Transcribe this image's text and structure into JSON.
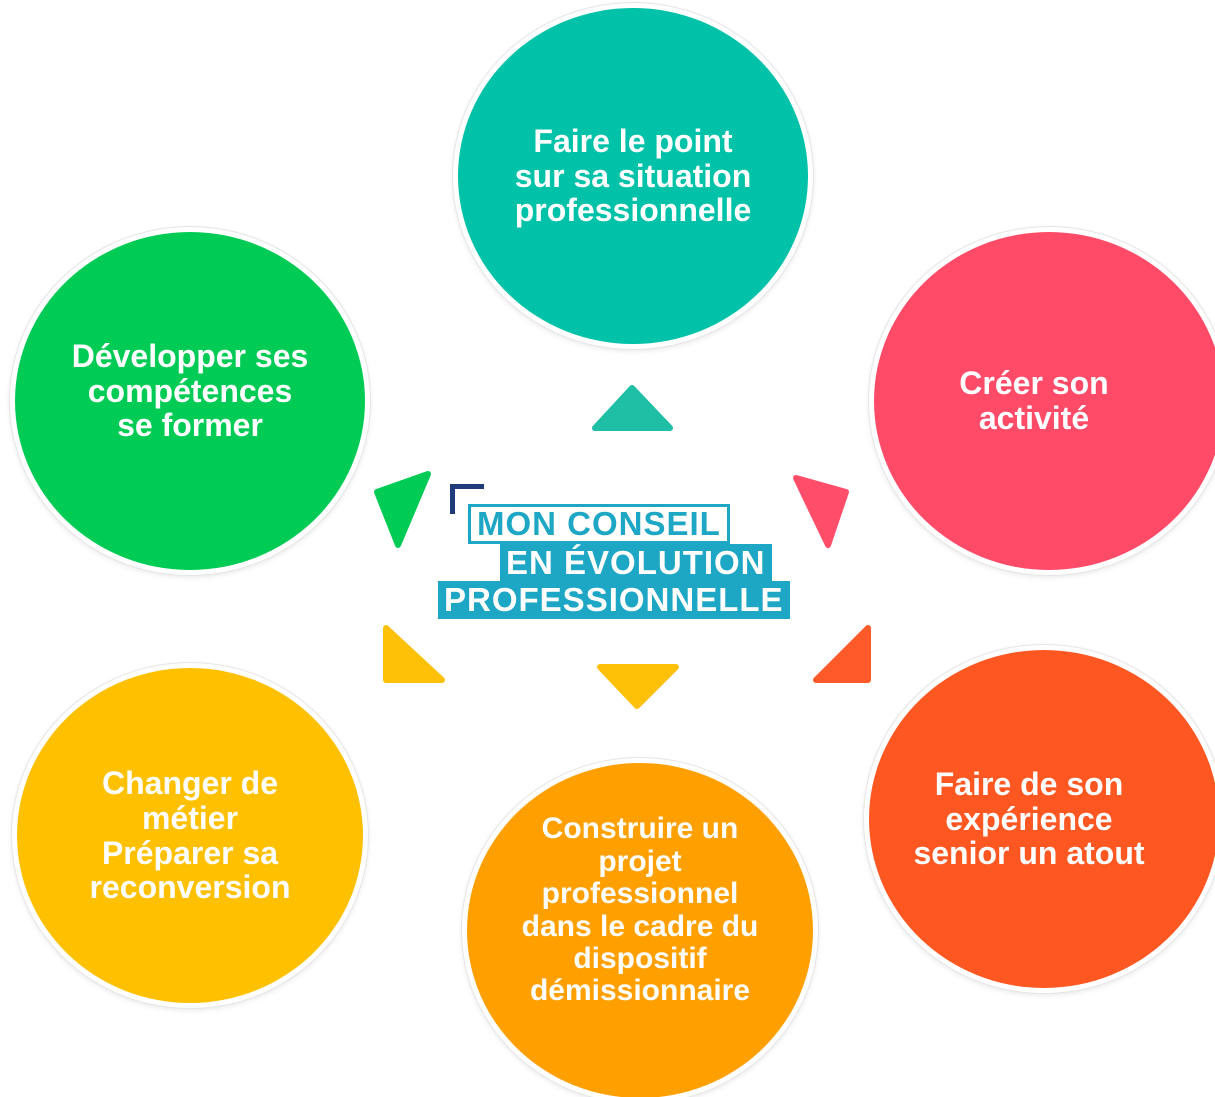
{
  "center_logo": {
    "line1": "MON CONSEIL",
    "line2": "EN ÉVOLUTION",
    "line3": "PROFESSIONNELLE"
  },
  "circles": [
    {
      "key": "point",
      "text": "Faire le point\nsur sa situation\nprofessionnelle",
      "color": "#00c2a8"
    },
    {
      "key": "activite",
      "text": "Créer son\nactivité",
      "color": "#ff4a68"
    },
    {
      "key": "senior",
      "text": "Faire de son\nexpérience\nsenior un atout",
      "color": "#ff5722"
    },
    {
      "key": "projet",
      "text": "Construire un\nprojet\nprofessionnel\ndans le cadre du\ndispositif\ndémissionnaire",
      "color": "#ffa000"
    },
    {
      "key": "metier",
      "text": "Changer de\nmétier\nPréparer sa\nreconversion",
      "color": "#ffc000"
    },
    {
      "key": "competences",
      "text": "Développer ses\ncompétences\nse former",
      "color": "#00cc55"
    }
  ],
  "arrow_colors": {
    "top": "#1fbfa6",
    "top_right": "#ff4d6a",
    "bottom_right": "#ff5a2a",
    "bottom": "#ffc107",
    "bottom_left": "#ffc107",
    "top_left": "#00cc55"
  }
}
